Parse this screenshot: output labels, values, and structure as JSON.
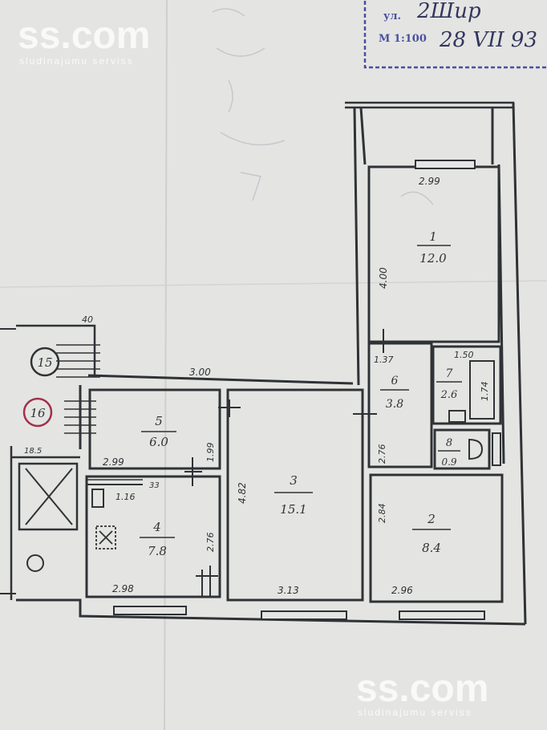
{
  "watermark": {
    "brand": "ss.com",
    "tagline": "sludinajumu serviss"
  },
  "stamp": {
    "street_prefix": "ул.",
    "street_handwritten": "2Шир",
    "scale": "M 1:100",
    "date": "28 VII 93"
  },
  "stairs": {
    "circle_15": "15",
    "circle_16": "16"
  },
  "dims": {
    "top_left": "40",
    "stair_18": "18.5",
    "corridor_top": "3.00",
    "r1_width": "2.99",
    "r1_length": "4.00",
    "r5_width": "2.99",
    "r5_height": "1.99",
    "r4_niche": "1.16",
    "r4_small": "33",
    "r4_height": "2.76",
    "r4_width": "2.98",
    "r3_height": "4.82",
    "r3_width": "3.13",
    "r6_width": "1.37",
    "r6_height": "2.76",
    "r7_width": "1.50",
    "r7_length": "1.74",
    "r2_height": "2.84",
    "r2_width": "2.96"
  },
  "rooms": [
    {
      "number": "1",
      "area": "12.0"
    },
    {
      "number": "2",
      "area": "8.4"
    },
    {
      "number": "3",
      "area": "15.1"
    },
    {
      "number": "4",
      "area": "7.8"
    },
    {
      "number": "5",
      "area": "6.0"
    },
    {
      "number": "6",
      "area": "3.8"
    },
    {
      "number": "7",
      "area": "2.6"
    },
    {
      "number": "8",
      "area": "0.9"
    }
  ],
  "colors": {
    "paper": "#e4e5e2",
    "ink": "#2f3236",
    "stamp_ink": "#4a4fa0",
    "watermark": "#ffffff"
  }
}
